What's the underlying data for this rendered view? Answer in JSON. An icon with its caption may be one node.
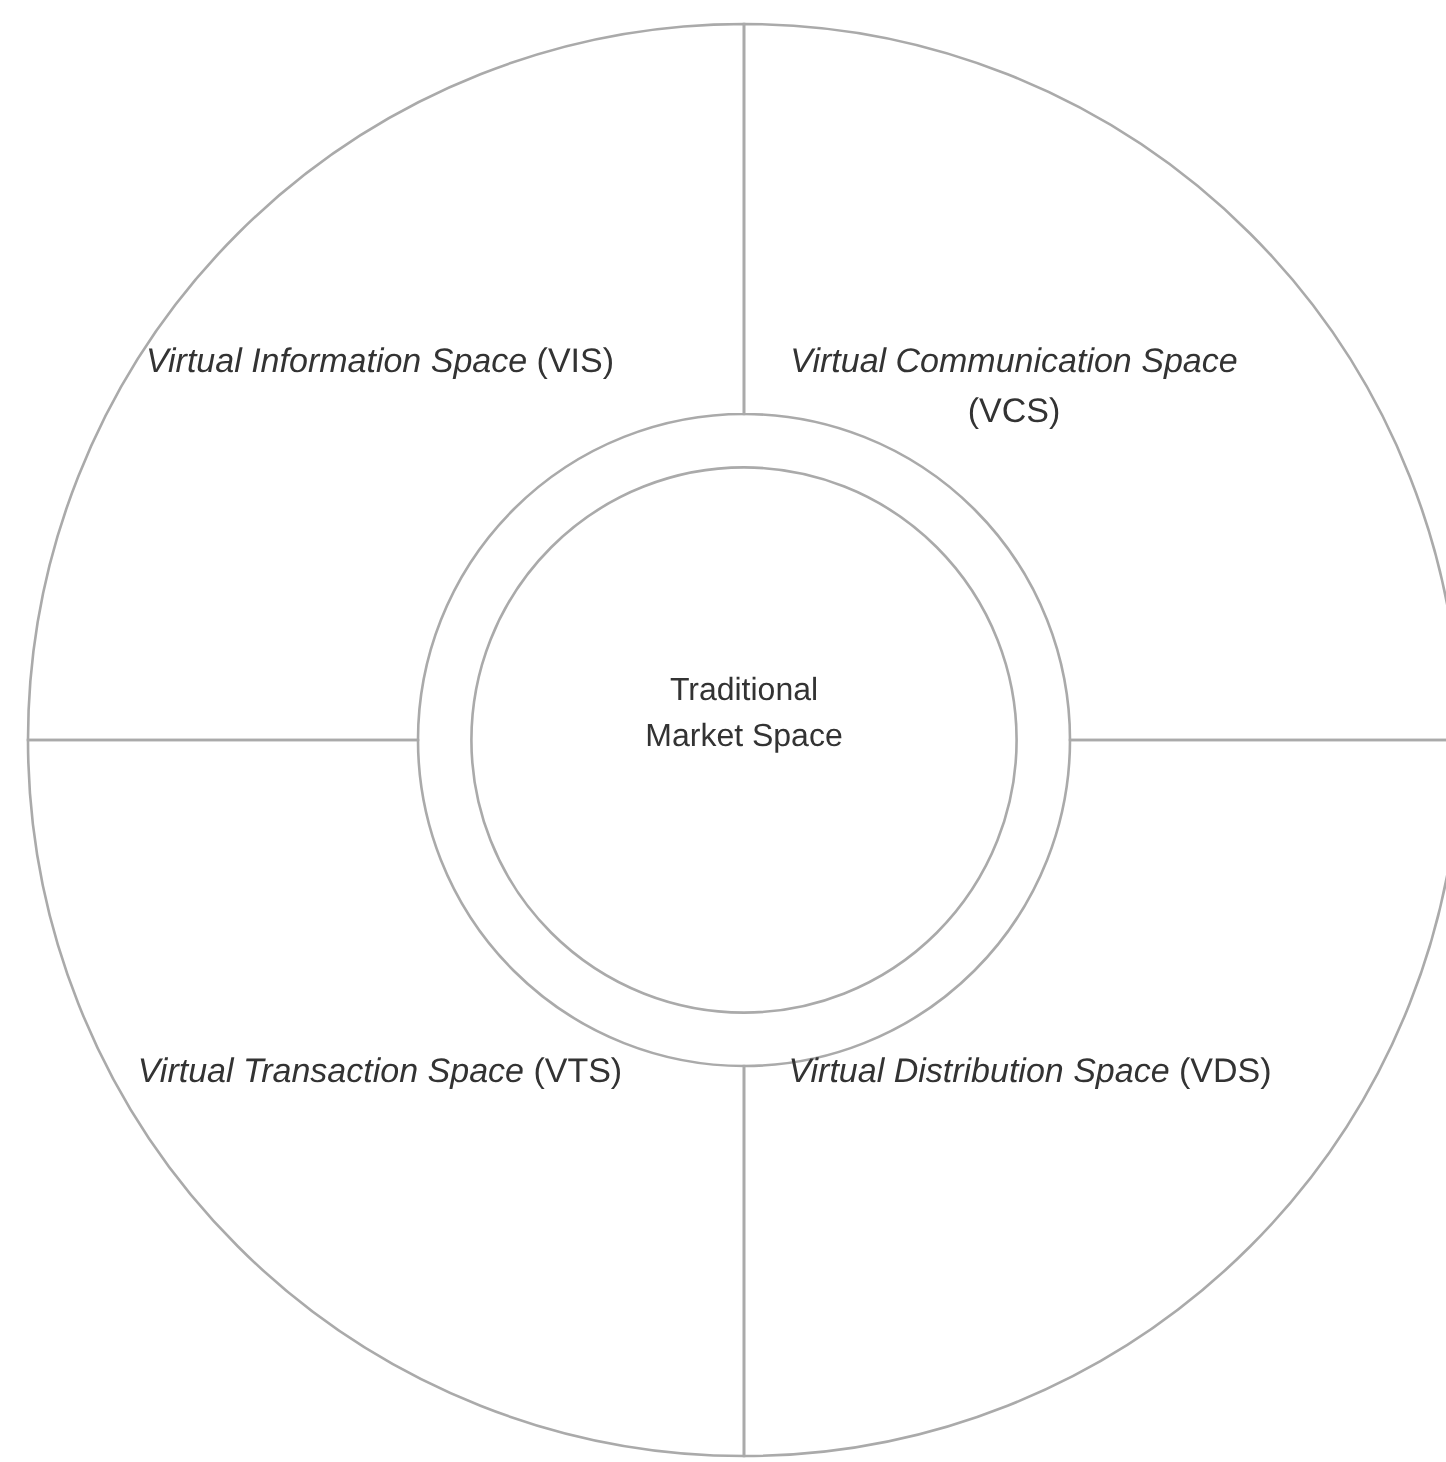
{
  "diagram": {
    "nodes": [
      {
        "text": [
          "*Virtual Information Space* (VIS)"
        ]
      },
      {
        "text": [
          "*Virtual Communication Space* (VCS)"
        ]
      },
      {
        "text": [
          "Traditional Market Space"
        ]
      },
      {
        "text": [
          "*Virtual Transaction Space* (VTS)"
        ]
      },
      {
        "text": [
          "*Virtual Distribution Space* (VDS)"
        ]
      }
    ]
  }
}
